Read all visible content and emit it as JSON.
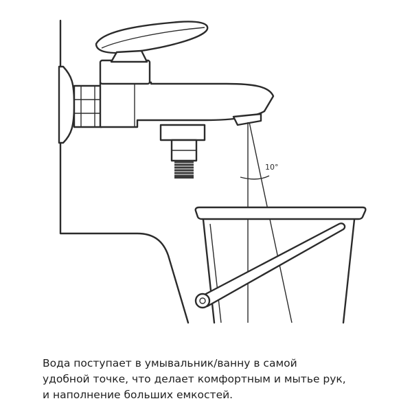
{
  "diagram": {
    "angle_label": "10°"
  },
  "caption": {
    "line1": "Вода поступает в умывальник/ванну в самой",
    "line2": "удобной точке, что делает комфортным и мытье рук,",
    "line3": "и наполнение больших емкостей."
  }
}
